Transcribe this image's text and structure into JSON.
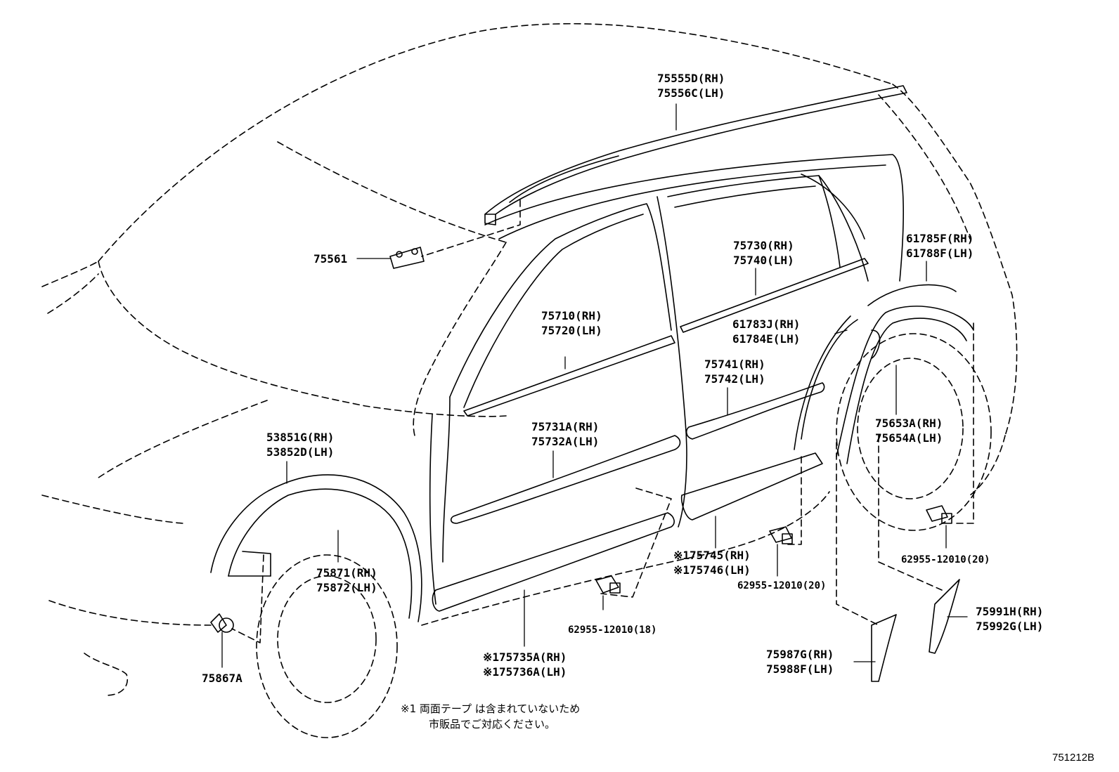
{
  "labels": {
    "l75555": [
      "75555D(RH)",
      "75556C(LH)"
    ],
    "l75561": "75561",
    "l75730": [
      "75730(RH)",
      "75740(LH)"
    ],
    "l61785": [
      "61785F(RH)",
      "61788F(LH)"
    ],
    "l75710": [
      "75710(RH)",
      "75720(LH)"
    ],
    "l61783": [
      "61783J(RH)",
      "61784E(LH)"
    ],
    "l75741": [
      "75741(RH)",
      "75742(LH)"
    ],
    "l75731": [
      "75731A(RH)",
      "75732A(LH)"
    ],
    "l75653": [
      "75653A(RH)",
      "75654A(LH)"
    ],
    "l53851": [
      "53851G(RH)",
      "53852D(LH)"
    ],
    "l175745": [
      "※175745(RH)",
      "※175746(LH)"
    ],
    "l62955_20a": "62955-12010(20)",
    "l62955_20b": "62955-12010(20)",
    "l75871": [
      "75871(RH)",
      "75872(LH)"
    ],
    "l62955_18": "62955-12010(18)",
    "l75991": [
      "75991H(RH)",
      "75992G(LH)"
    ],
    "l175735": [
      "※175735A(RH)",
      "※175736A(LH)"
    ],
    "l75987": [
      "75987G(RH)",
      "75988F(LH)"
    ],
    "l75867": "75867A"
  },
  "note": [
    "※1 両面テープ は含まれていないため",
    "市販品でご対応ください。"
  ],
  "figure_id": "751212B"
}
